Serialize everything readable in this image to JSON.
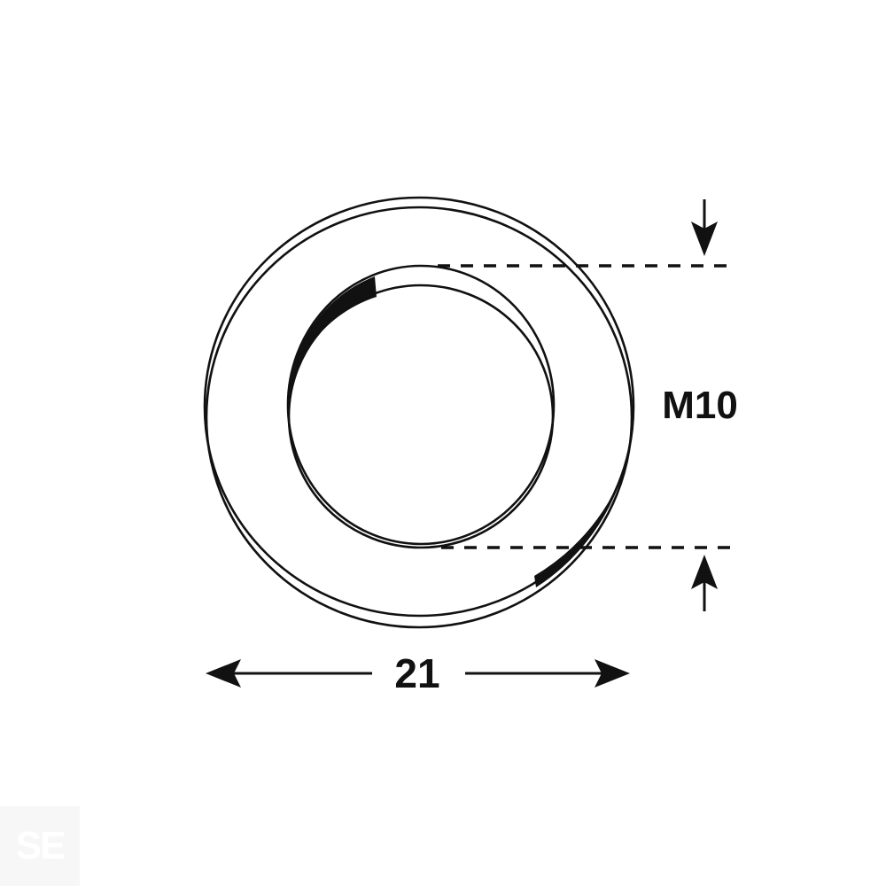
{
  "diagram": {
    "subject": "flat washer",
    "thread_size_label": "M10",
    "outer_diameter_label": "21",
    "colors": {
      "line": "#111111",
      "background": "#ffffff",
      "watermark_bg": "#f7f7f7",
      "watermark_text": "#ffffff"
    },
    "annotations": [
      {
        "type": "dimension",
        "orientation": "vertical",
        "label": "M10",
        "meaning": "inner hole diameter"
      },
      {
        "type": "dimension",
        "orientation": "horizontal",
        "label": "21",
        "meaning": "outer diameter"
      }
    ],
    "icons": {
      "top_arrow": "arrow-down-icon",
      "bottom_arrow": "arrow-up-icon",
      "left_arrow": "arrow-left-icon",
      "right_arrow": "arrow-right-icon"
    }
  },
  "watermark": {
    "text": "SE"
  }
}
